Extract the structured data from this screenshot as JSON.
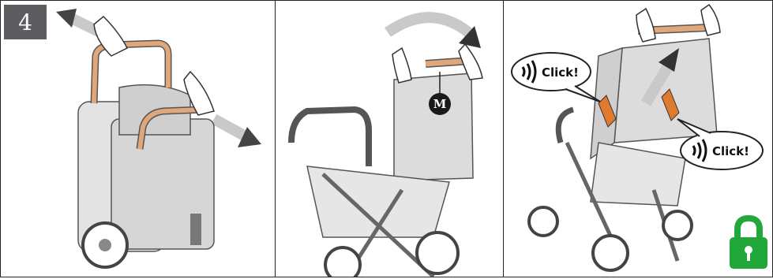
{
  "step": {
    "number": "4"
  },
  "panel2": {
    "marker_label": "M"
  },
  "panel3": {
    "click_bubble_top": "Click!",
    "click_bubble_bottom": "Click!",
    "lock_color": "#22a83a",
    "accent_color": "#e07a2e"
  },
  "icons": [
    "sound-waves-icon",
    "unlock-padlock-icon",
    "curved-arrow-icon"
  ]
}
